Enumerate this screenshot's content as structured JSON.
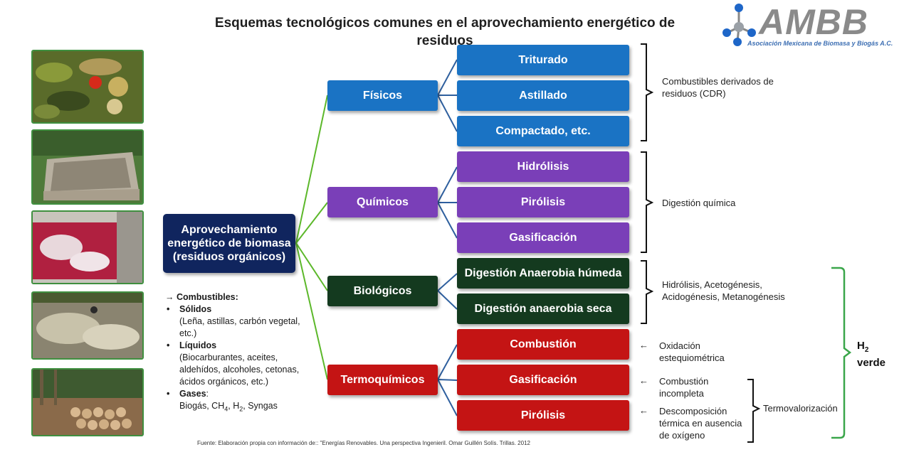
{
  "title": "Esquemas tecnológicos comunes en el aprovechamiento energético de residuos",
  "logo": {
    "name": "AMBB",
    "subtitle": "Asociación Mexicana de Biomasa y Biogás A.C."
  },
  "root": {
    "label": "Aprovechamiento energético de biomasa (residuos orgánicos)"
  },
  "categories": [
    {
      "label": "Físicos",
      "color": "#1a73c4",
      "children": [
        "Triturado",
        "Astillado",
        "Compactado, etc."
      ]
    },
    {
      "label": "Químicos",
      "color": "#7a3fb8",
      "children": [
        "Hidrólisis",
        "Pirólisis",
        "Gasificación"
      ]
    },
    {
      "label": "Biológicos",
      "color": "#143a1f",
      "children": [
        "Digestión Anaerobia húmeda",
        "Digestión anaerobia seca"
      ]
    },
    {
      "label": "Termoquímicos",
      "color": "#c41414",
      "children": [
        "Combustión",
        "Gasificación",
        "Pirólisis"
      ]
    }
  ],
  "notes": {
    "cdr": "Combustibles derivados de residuos (CDR)",
    "digestion_quimica": "Digestión química",
    "biologicos": "Hidrólisis, Acetogénesis, Acidogénesis, Metanogénesis",
    "oxidacion": "Oxidación estequiométrica",
    "combustion_incompleta": "Combustión incompleta",
    "descomposicion": "Descomposición térmica en ausencia de oxígeno",
    "termovalorizacion": "Termovalorización",
    "h2_main": "H",
    "h2_sub": "2",
    "h2_word": "verde"
  },
  "fuels": {
    "heading": "Combustibles:",
    "solidos_label": "Sólidos",
    "solidos_text": "(Leña, astillas, carbón vegetal, etc.)",
    "liquidos_label": "Líquidos",
    "liquidos_text": "(Biocarburantes, aceites, aldehídos, alcoholes, cetonas, ácidos orgánicos, etc.)",
    "gases_label": "Gases",
    "gases_text_a": "Biogás, CH",
    "gases_sub_a": "4",
    "gases_text_b": ", H",
    "gases_sub_b": "2",
    "gases_text_c": ", Syngas"
  },
  "photos": [
    "organic-waste-photo",
    "compost-bed-photo",
    "red-liquid-tank-photo",
    "treatment-pond-photo",
    "firewood-pile-photo"
  ],
  "source": "Fuente: Elaboración propia con información de:: \"Energías Renovables. Una perspectiva Ingenieril. Omar Guillén Solís. Trillas. 2012",
  "colors": {
    "connector_green": "#5cb82a",
    "connector_blue": "#2e5f9e",
    "brace_green": "#3aa64a"
  }
}
